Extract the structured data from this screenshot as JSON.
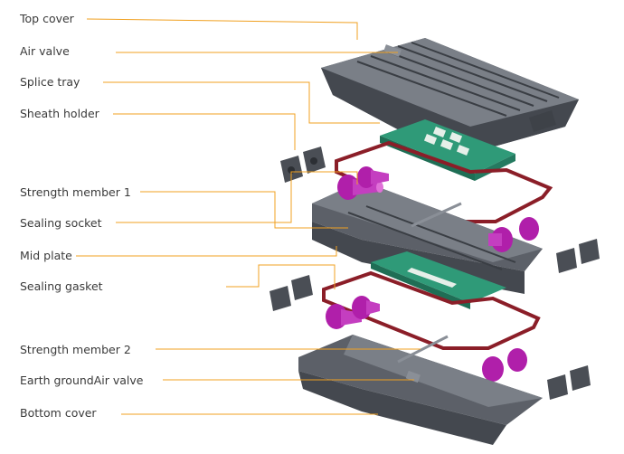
{
  "labels": [
    "Top cover",
    "Air valve",
    "Splice tray",
    "Sheath holder",
    "Strength member 1",
    "Sealing socket",
    "Mid plate",
    "Sealing gasket",
    "Strength member 2",
    "Earth groundAir valve",
    "Bottom cover"
  ],
  "colors": {
    "leader": "#f0a020",
    "text": "#3a3a3a",
    "housing": "#5c6068",
    "housing_dark": "#3e4248",
    "housing_light": "#8a8f97",
    "tray": "#2f9a78",
    "tray_light": "#7fd0b0",
    "gasket": "#8b1e28",
    "socket": "#b01faa",
    "socket_light": "#e070d8"
  }
}
